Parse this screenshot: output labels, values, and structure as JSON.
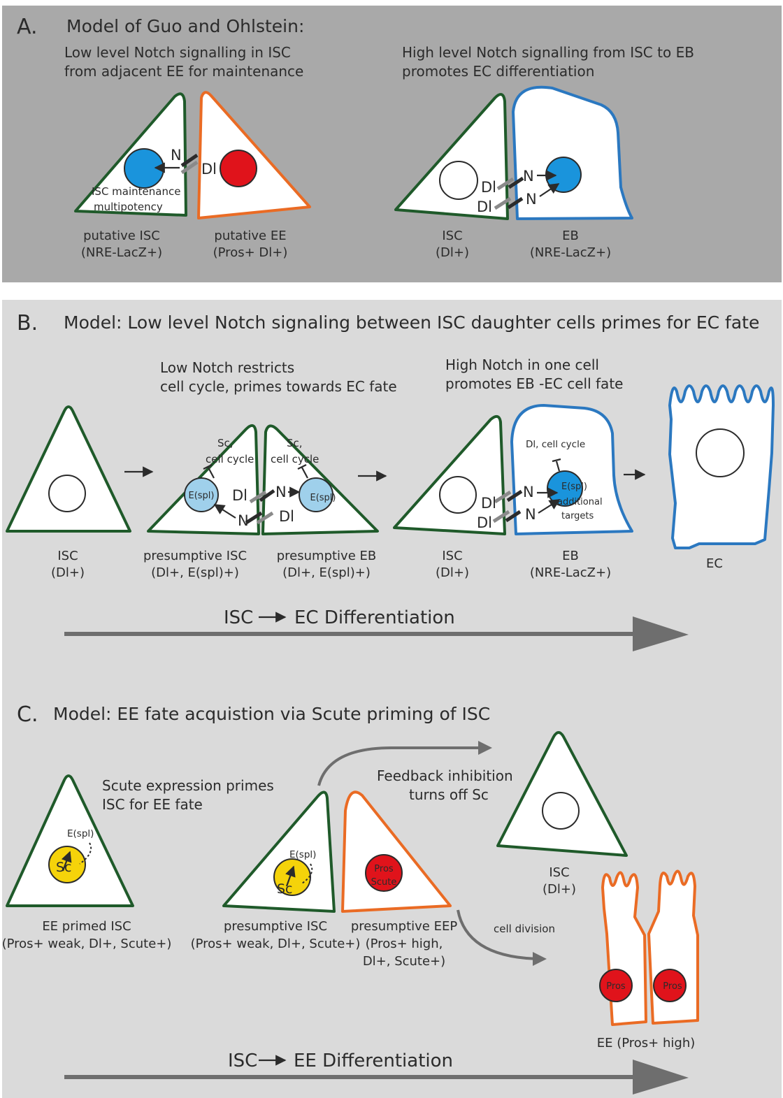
{
  "panel_a": {
    "letter": "A.",
    "title": "Model of Guo and Ohlstein:",
    "left_text_1": "Low level Notch signalling in ISC",
    "left_text_2": "from adjacent EE for maintenance",
    "right_text_1": "High level Notch signalling from ISC to EB",
    "right_text_2": "promotes EC differentiation",
    "n": "N",
    "dl": "Dl",
    "maint_1": "ISC maintenance",
    "maint_2": "multipotency",
    "cap_isc_1": "putative ISC",
    "cap_isc_2": "(NRE-LacZ+)",
    "cap_ee_1": "putative EE",
    "cap_ee_2": "(Pros+ Dl+)",
    "cap_isc2_1": "ISC",
    "cap_isc2_2": "(Dl+)",
    "cap_eb_1": "EB",
    "cap_eb_2": "(NRE-LacZ+)"
  },
  "panel_b": {
    "letter": "B.",
    "title": "Model: Low level Notch signaling between  ISC daughter cells primes for EC fate",
    "low_1": "Low Notch restricts",
    "low_2": "cell cycle, primes towards EC fate",
    "high_1": "High Notch in one cell",
    "high_2": "promotes EB -EC cell fate",
    "sc": "Sc,",
    "cell_cycle": "cell cycle",
    "espl": "E(spl)",
    "dl_cc": "Dl, cell cycle",
    "additional": "additional",
    "targets": "targets",
    "n": "N",
    "dl": "Dl",
    "cap_isc_1": "ISC",
    "cap_isc_2": "(Dl+)",
    "cap_pisc_1": "presumptive ISC",
    "cap_pisc_2": "(Dl+, E(spl)+)",
    "cap_peb_1": "presumptive EB",
    "cap_peb_2": "(Dl+, E(spl)+)",
    "cap_isc3_1": "ISC",
    "cap_isc3_2": "(Dl+)",
    "cap_eb_1": "EB",
    "cap_eb_2": "(NRE-LacZ+)",
    "cap_ec": "EC",
    "flow_a": "ISC",
    "flow_b": "EC Differentiation"
  },
  "panel_c": {
    "letter": "C.",
    "title": "Model: EE fate acquistion via Scute priming of ISC",
    "scute_1": "Scute expression primes",
    "scute_2": "ISC for EE fate",
    "feedback_1": "Feedback inhibition",
    "feedback_2": "turns off Sc",
    "cell_division": "cell division",
    "espl": "E(spl)",
    "sc": "Sc",
    "pros": "Pros",
    "scute": "Scute",
    "cap_primed_1": "EE primed ISC",
    "cap_primed_2": "(Pros+ weak, Dl+, Scute+)",
    "cap_pisc_1": "presumptive ISC",
    "cap_pisc_2": "(Pros+ weak, Dl+, Scute+)",
    "cap_peep_1": "presumptive EEP",
    "cap_peep_2": "(Pros+ high,",
    "cap_peep_3": "Dl+, Scute+)",
    "cap_isc_1": "ISC",
    "cap_isc_2": "(Dl+)",
    "cap_ee": "EE (Pros+ high)",
    "flow_a": "ISC",
    "flow_b": "EE Differentiation"
  },
  "colors": {
    "panel_a_bg": "#a9a9a9",
    "panel_bc_bg": "#dadada",
    "isc_outline": "#1f5a2a",
    "ee_outline": "#ea6b24",
    "eb_outline": "#2b78c0",
    "nucleus_blue": "#1a94dc",
    "nucleus_light_blue": "#9fd0eb",
    "nucleus_red": "#e0131b",
    "nucleus_yellow": "#f5d30a",
    "flow_arrow": "#6e6e6e"
  }
}
